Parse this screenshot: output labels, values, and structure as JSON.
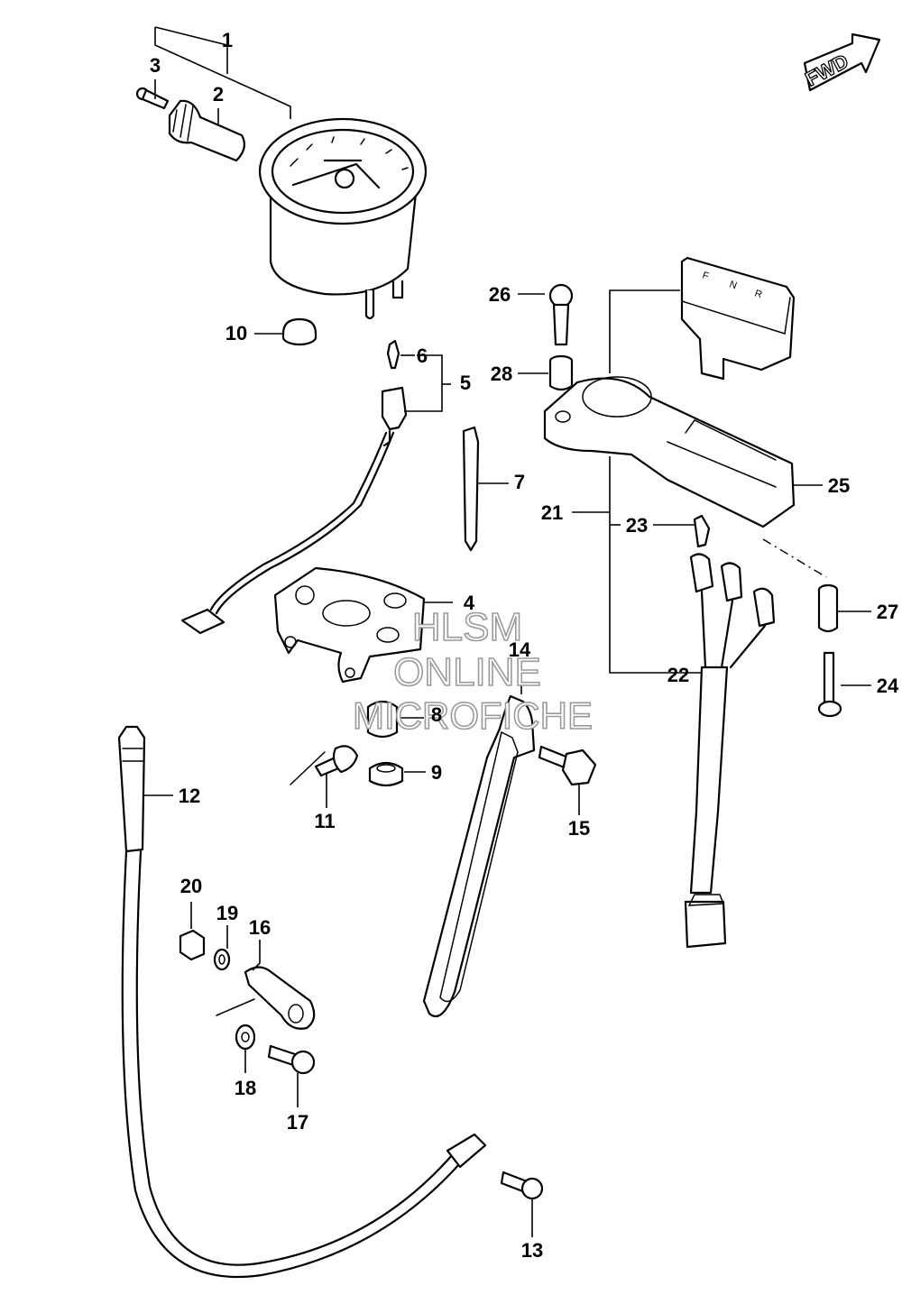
{
  "fwd_indicator": "FWD",
  "gear_markings": [
    "F",
    "N",
    "R"
  ],
  "watermark": {
    "line1": "HLSM",
    "line2": "ONLINE",
    "line3": "MICROFICHE"
  },
  "callouts": {
    "c1": "1",
    "c2": "2",
    "c3": "3",
    "c4": "4",
    "c5": "5",
    "c6": "6",
    "c7": "7",
    "c8": "8",
    "c9": "9",
    "c10": "10",
    "c11": "11",
    "c12": "12",
    "c13": "13",
    "c14": "14",
    "c15": "15",
    "c16": "16",
    "c17": "17",
    "c18": "18",
    "c19": "19",
    "c20": "20",
    "c21": "21",
    "c22": "22",
    "c23": "23",
    "c24": "24",
    "c25": "25",
    "c26": "26",
    "c27": "27",
    "c28": "28"
  }
}
